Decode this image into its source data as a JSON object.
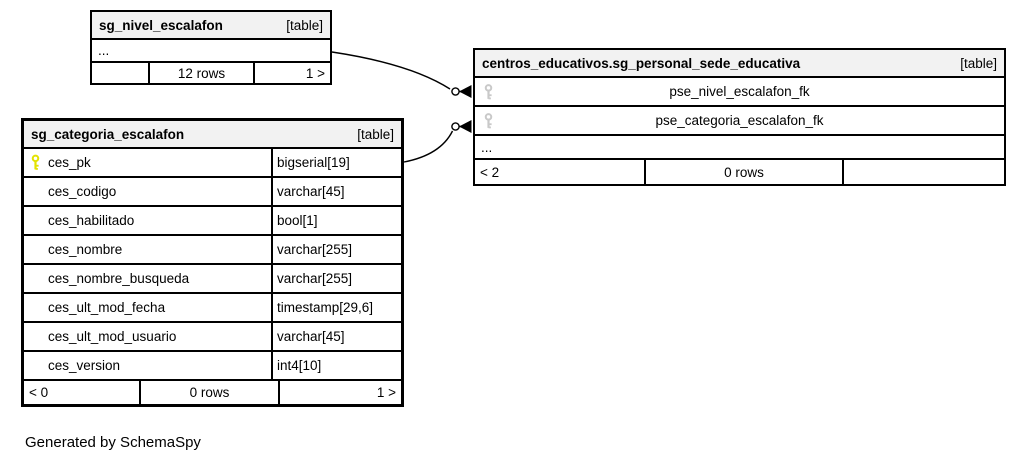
{
  "colors": {
    "header_bg": "#f2f2f2",
    "border": "#000000",
    "pk_key": "#e3e300",
    "fk_key": "#c9c9c9",
    "text": "#000000",
    "canvas_bg": "#ffffff"
  },
  "generated_note": "Generated by SchemaSpy",
  "tables": [
    {
      "name": "sg_nivel_escalafon",
      "badge": "[table]",
      "ellipsis": "...",
      "footer": {
        "left": "",
        "center": "12 rows",
        "right": "1 >"
      }
    },
    {
      "name": "centros_educativos.sg_personal_sede_educativa",
      "badge": "[table]",
      "fk_rows": [
        "pse_nivel_escalafon_fk",
        "pse_categoria_escalafon_fk"
      ],
      "ellipsis": "...",
      "footer": {
        "left": "< 2",
        "center": "0 rows",
        "right": ""
      }
    },
    {
      "name": "sg_categoria_escalafon",
      "badge": "[table]",
      "columns": [
        {
          "name": "ces_pk",
          "type": "bigserial[19]",
          "pk": true
        },
        {
          "name": "ces_codigo",
          "type": "varchar[45]"
        },
        {
          "name": "ces_habilitado",
          "type": "bool[1]"
        },
        {
          "name": "ces_nombre",
          "type": "varchar[255]"
        },
        {
          "name": "ces_nombre_busqueda",
          "type": "varchar[255]"
        },
        {
          "name": "ces_ult_mod_fecha",
          "type": "timestamp[29,6]"
        },
        {
          "name": "ces_ult_mod_usuario",
          "type": "varchar[45]"
        },
        {
          "name": "ces_version",
          "type": "int4[10]"
        }
      ],
      "footer": {
        "left": "< 0",
        "center": "0 rows",
        "right": "1 >"
      }
    }
  ],
  "relationships": [
    {
      "from": "sg_nivel_escalafon",
      "to": "pse_nivel_escalafon_fk"
    },
    {
      "from": "sg_categoria_escalafon.ces_pk",
      "to": "pse_categoria_escalafon_fk"
    }
  ]
}
